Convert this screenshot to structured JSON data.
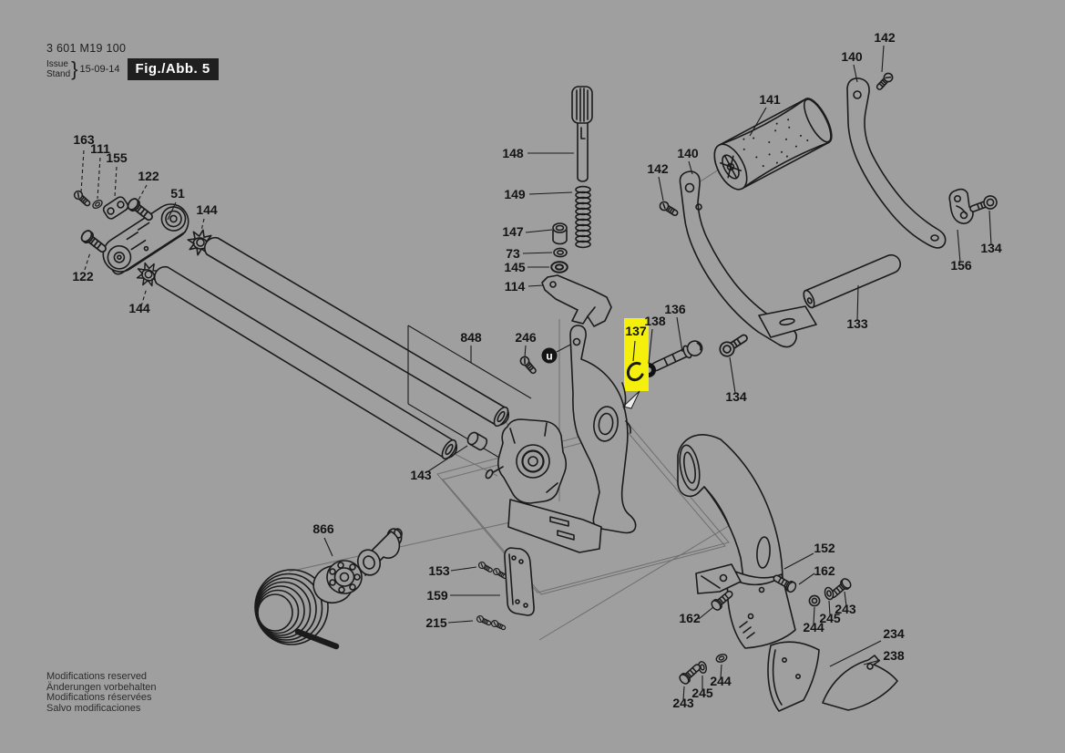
{
  "header": {
    "part_number": "3 601 M19 100",
    "issue_top": "Issue",
    "issue_bottom": "Stand",
    "brace": "}",
    "date": "15-09-14",
    "fig": "Fig./Abb. 5"
  },
  "footer": {
    "lines": [
      "Modifications reserved",
      "Änderungen vorbehalten",
      "Modifications réservées",
      "Salvo modificaciones"
    ]
  },
  "badge": {
    "u_marker": "u"
  },
  "colors": {
    "background": "#9f9f9f",
    "line": "#1b1b1b",
    "highlight_yellow": "#f4ef0c",
    "fig_box_bg": "#1f1f1f",
    "fig_box_text": "#ffffff"
  },
  "labels": {
    "51": "51",
    "73": "73",
    "111": "111",
    "114": "114",
    "122": "122",
    "133": "133",
    "134": "134",
    "136": "136",
    "137": "137",
    "138": "138",
    "140": "140",
    "141": "141",
    "142": "142",
    "143": "143",
    "144": "144",
    "145": "145",
    "147": "147",
    "148": "148",
    "149": "149",
    "152": "152",
    "153": "153",
    "155": "155",
    "156": "156",
    "159": "159",
    "162": "162",
    "163": "163",
    "215": "215",
    "234": "234",
    "238": "238",
    "243": "243",
    "244": "244",
    "245": "245",
    "246": "246",
    "848": "848",
    "866": "866"
  }
}
